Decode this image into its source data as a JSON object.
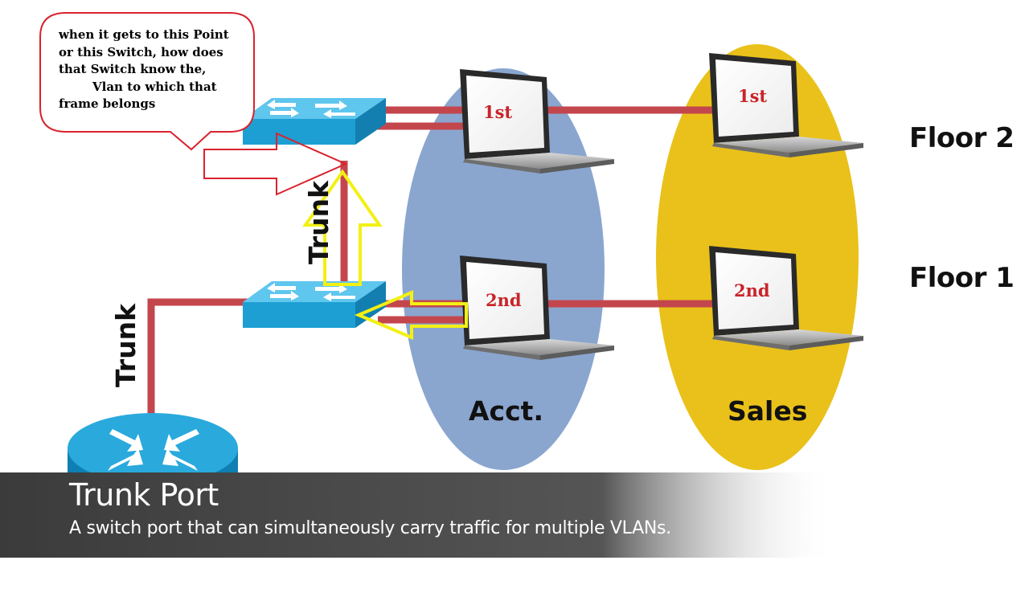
{
  "callout": {
    "lines": [
      "when it gets to this Point",
      "or this Switch, how does",
      "that Switch know the,",
      "Vlan to which that",
      "frame belongs"
    ]
  },
  "floors": {
    "floor2": "Floor 2",
    "floor1": "Floor 1"
  },
  "groups": {
    "acct": "Acct.",
    "sales": "Sales"
  },
  "laptops": {
    "acct_top": "1st",
    "acct_bottom": "2nd",
    "sales_top": "1st",
    "sales_bottom": "2nd"
  },
  "links": {
    "trunk_switches": "Trunk",
    "trunk_router": "Trunk"
  },
  "footer": {
    "title": "Trunk Port",
    "subtitle": "A switch port that can simultaneously carry traffic for multiple VLANs."
  },
  "colors": {
    "acct": "#8aa6cf",
    "sales": "#e9c11a",
    "cable": "#c4464d",
    "switch": "#1ea4d6",
    "callout_border": "#d9232d",
    "highlight_arrow": "#f3f014",
    "footer_band": "#4a4a4a"
  },
  "icons": [
    "switch-icon",
    "router-icon",
    "laptop-icon"
  ]
}
